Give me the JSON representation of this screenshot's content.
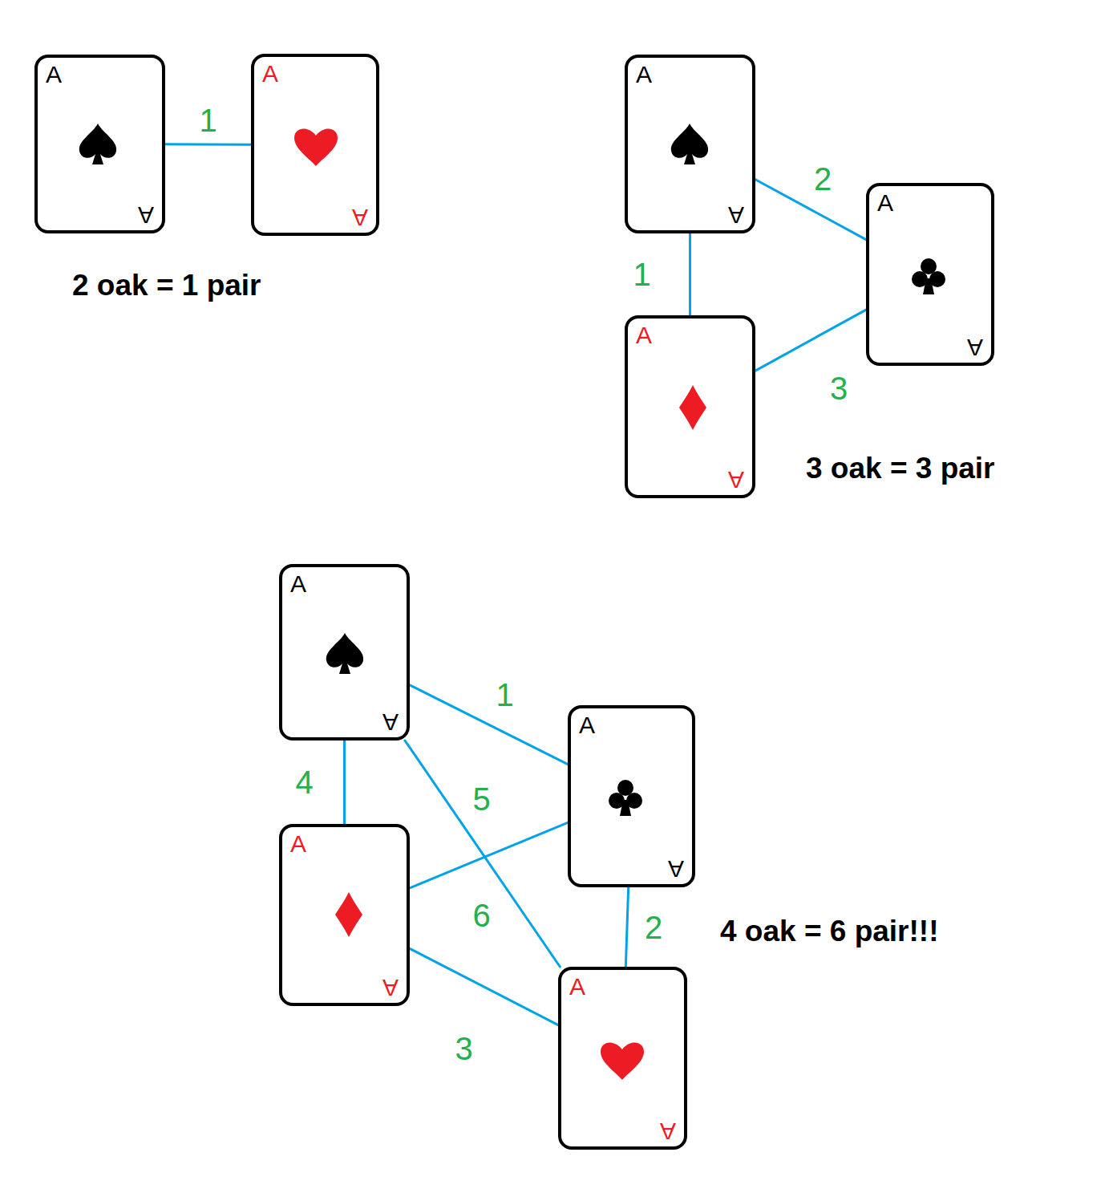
{
  "diagram": {
    "nodes": [
      {
        "text": [
          "A",
          "A"
        ]
      },
      {
        "text": [
          "A",
          "A"
        ]
      },
      {
        "text": [
          "A",
          "A"
        ]
      },
      {
        "text": [
          "A",
          "A"
        ]
      },
      {
        "text": [
          "A",
          "A"
        ]
      },
      {
        "text": [
          "A",
          "A"
        ]
      },
      {
        "text": [
          "A",
          "A"
        ]
      },
      {
        "text": [
          "A",
          "A"
        ]
      },
      {
        "text": [
          "A",
          "A"
        ]
      }
    ],
    "edges": [
      {
        "from": 0,
        "to": 1,
        "arrow": "none",
        "label": "1"
      },
      {
        "from": 2,
        "to": 4,
        "arrow": "none",
        "label": "1"
      },
      {
        "from": 2,
        "to": 3,
        "arrow": "none",
        "label": "2"
      },
      {
        "from": 4,
        "to": 3,
        "arrow": "none",
        "label": "3"
      },
      {
        "from": 5,
        "to": 6,
        "arrow": "none",
        "label": "1"
      },
      {
        "from": 6,
        "to": 8,
        "arrow": "none",
        "label": "2"
      },
      {
        "from": 7,
        "to": 8,
        "arrow": "none",
        "label": "3"
      },
      {
        "from": 5,
        "to": 7,
        "arrow": "none",
        "label": "4"
      },
      {
        "from": 5,
        "to": 8,
        "arrow": "none",
        "label": "5"
      },
      {
        "from": 7,
        "to": 6,
        "arrow": "none",
        "label": "6"
      }
    ],
    "labels": [
      "2 oak = 1 pair",
      "3 oak = 3 pair",
      "4 oak = 6 pair!!!"
    ]
  }
}
